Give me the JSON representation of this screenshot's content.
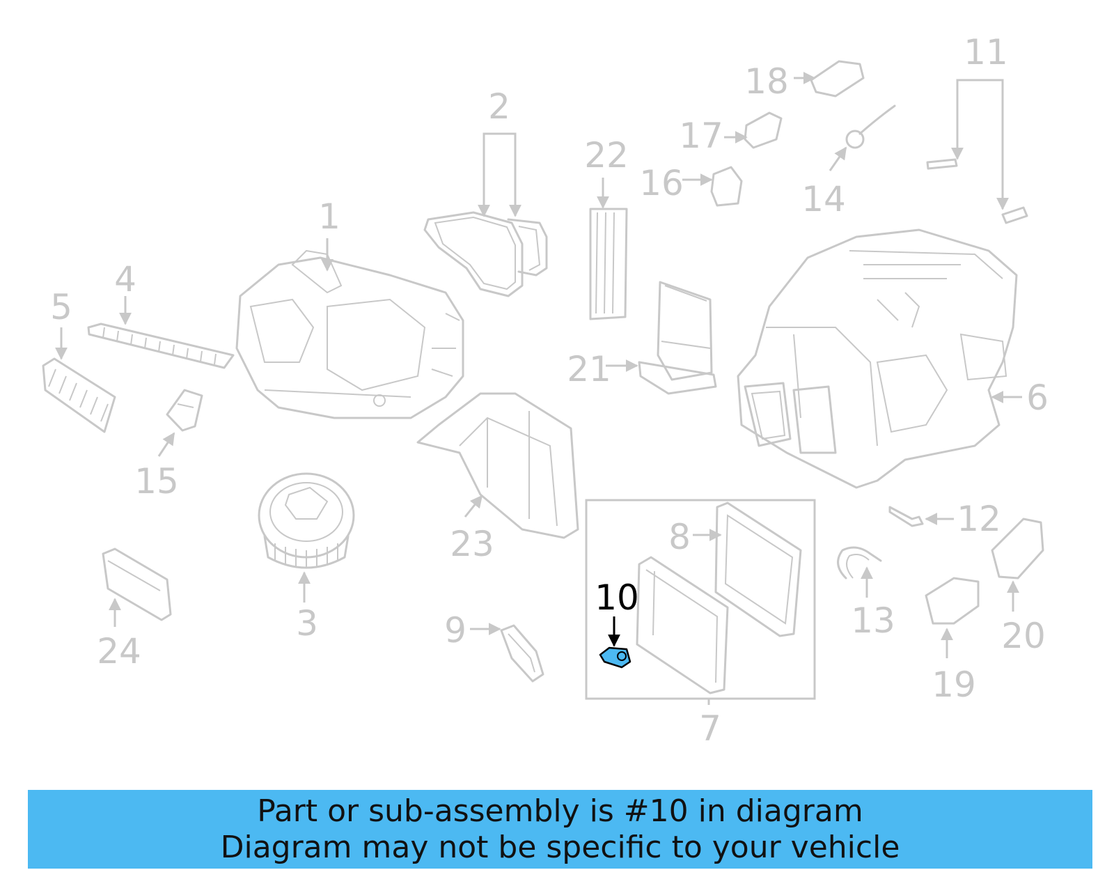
{
  "highlight_color": "#4cb9f2",
  "diagram": {
    "callouts": [
      {
        "id": "1",
        "text": "1"
      },
      {
        "id": "2",
        "text": "2"
      },
      {
        "id": "3",
        "text": "3"
      },
      {
        "id": "4",
        "text": "4"
      },
      {
        "id": "5",
        "text": "5"
      },
      {
        "id": "6",
        "text": "6"
      },
      {
        "id": "7",
        "text": "7"
      },
      {
        "id": "8",
        "text": "8"
      },
      {
        "id": "9",
        "text": "9"
      },
      {
        "id": "10",
        "text": "10",
        "highlighted": true
      },
      {
        "id": "11",
        "text": "11"
      },
      {
        "id": "12",
        "text": "12"
      },
      {
        "id": "13",
        "text": "13"
      },
      {
        "id": "14",
        "text": "14"
      },
      {
        "id": "15",
        "text": "15"
      },
      {
        "id": "16",
        "text": "16"
      },
      {
        "id": "17",
        "text": "17"
      },
      {
        "id": "18",
        "text": "18"
      },
      {
        "id": "19",
        "text": "19"
      },
      {
        "id": "20",
        "text": "20"
      },
      {
        "id": "21",
        "text": "21"
      },
      {
        "id": "22",
        "text": "22"
      },
      {
        "id": "23",
        "text": "23"
      },
      {
        "id": "24",
        "text": "24"
      }
    ]
  },
  "banner": {
    "line1": "Part or sub-assembly is #10 in diagram",
    "line2": "Diagram may not be specific to your vehicle"
  }
}
